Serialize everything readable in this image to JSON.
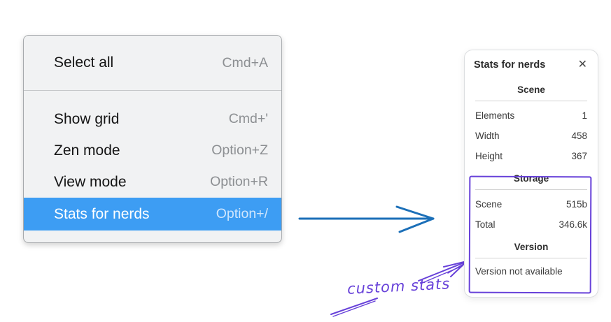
{
  "context_menu": {
    "highlight_color": "#3d9df3",
    "items": [
      {
        "label": "Select all",
        "shortcut": "Cmd+A",
        "selected": false
      },
      {
        "label": "Show grid",
        "shortcut": "Cmd+'",
        "selected": false
      },
      {
        "label": "Zen mode",
        "shortcut": "Option+Z",
        "selected": false
      },
      {
        "label": "View mode",
        "shortcut": "Option+R",
        "selected": false
      },
      {
        "label": "Stats for nerds",
        "shortcut": "Option+/",
        "selected": true
      }
    ]
  },
  "stats_panel": {
    "title": "Stats for nerds",
    "close_icon": "✕",
    "sections": [
      {
        "header": "Scene",
        "rows": [
          {
            "label": "Elements",
            "value": "1"
          },
          {
            "label": "Width",
            "value": "458"
          },
          {
            "label": "Height",
            "value": "367"
          }
        ]
      },
      {
        "header": "Storage",
        "rows": [
          {
            "label": "Scene",
            "value": "515b"
          },
          {
            "label": "Total",
            "value": "346.6k"
          }
        ]
      },
      {
        "header": "Version",
        "note": "Version not available"
      }
    ]
  },
  "annotations": {
    "custom_stats_label": "custom stats",
    "purple_color": "#6741d9",
    "blue_arrow_color": "#1b6fb8"
  }
}
